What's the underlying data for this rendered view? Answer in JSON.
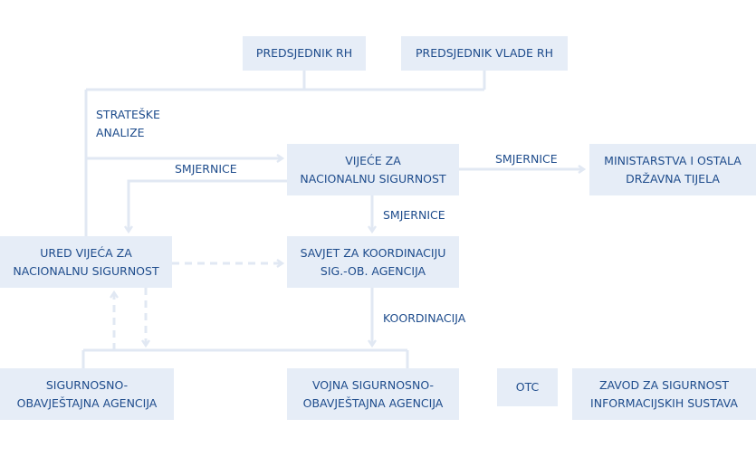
{
  "boxes": {
    "predsjednik_rh": "PREDSJEDNIK RH",
    "predsjednik_vlade": "PREDSJEDNIK VLADE RH",
    "vijece": "VIJEĆE ZA\nNACIONALNU SIGURNOST",
    "ministarstva": "MINISTARSTVA I OSTALA\nDRŽAVNA TIJELA",
    "ured": "URED VIJEĆA ZA\nNACIONALNU SIGURNOST",
    "savjet": "SAVJET ZA KOORDINACIJU\nSIG.-OB. AGENCIJA",
    "soa": "SIGURNOSNO-\nOBAVJEŠTAJNA AGENCIJA",
    "vsoa": "VOJNA SIGURNOSNO-\nOBAVJEŠTAJNA AGENCIJA",
    "otc": "OTC",
    "zsis": "ZAVOD ZA SIGURNOST\nINFORMACIJSKIH SUSTAVA"
  },
  "labels": {
    "strateske": "STRATEŠKE\nANALIZE",
    "smjernice_ured": "SMJERNICE",
    "smjernice_ministarstva": "SMJERNICE",
    "smjernice_savjet": "SMJERNICE",
    "koordinacija": "KOORDINACIJA"
  },
  "colors": {
    "box_fill": "#e6edf7",
    "line": "#e1e8f3",
    "text": "#1e4c8c"
  }
}
